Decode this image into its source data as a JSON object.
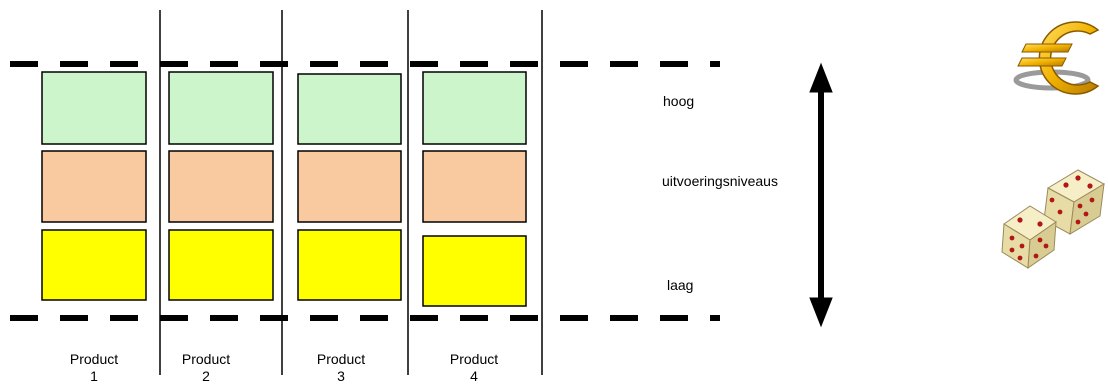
{
  "products": [
    {
      "line1": "Product",
      "line2": "1"
    },
    {
      "line1": "Product",
      "line2": "2"
    },
    {
      "line1": "Product",
      "line2": "3"
    },
    {
      "line1": "Product",
      "line2": "4"
    }
  ],
  "levels": {
    "high": "hoog",
    "middle": "uitvoeringsniveaus",
    "low": "laag"
  },
  "colors": {
    "high_block": "#ccf5cc",
    "middle_block": "#f9c9a0",
    "low_block": "#ffff00",
    "stroke": "#000000",
    "euro_gold": "#f2b200",
    "euro_shadow": "#999999",
    "dice": "#efe5b0",
    "dice_pip": "#b01818"
  },
  "icons": [
    "euro-icon",
    "dice-icon"
  ]
}
